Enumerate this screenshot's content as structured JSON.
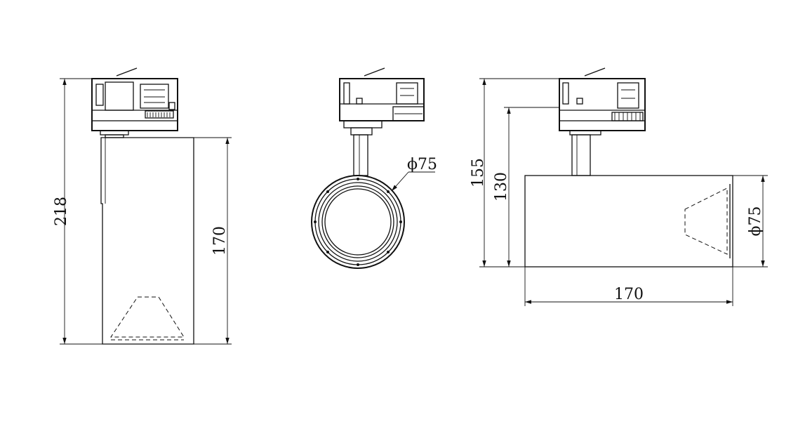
{
  "dimensions": {
    "front_total_height": "218",
    "front_body_height": "170",
    "side_diameter": "ϕ75",
    "right_total_height": "155",
    "right_mid_height": "130",
    "right_diameter": "ϕ75",
    "right_length": "170"
  }
}
